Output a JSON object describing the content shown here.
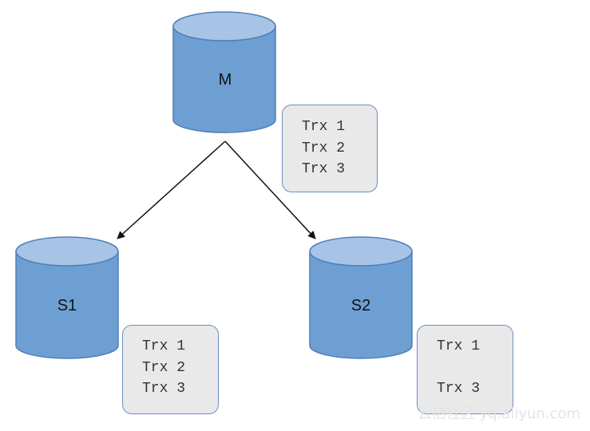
{
  "nodes": {
    "master": {
      "label": "M"
    },
    "slave1": {
      "label": "S1"
    },
    "slave2": {
      "label": "S2"
    }
  },
  "logs": {
    "master": [
      "Trx 1",
      "Trx 2",
      "Trx 3"
    ],
    "slave1": [
      "Trx 1",
      "Trx 2",
      "Trx 3"
    ],
    "slave2": [
      "Trx 1",
      "",
      "Trx 3"
    ]
  },
  "watermark": "云栖社区 yq.aliyun.com",
  "colors": {
    "cylinder_body": "#6e9fd3",
    "cylinder_top": "#a7c4e6",
    "cylinder_stroke": "#4f7fb8",
    "box_fill": "#e9e9e9",
    "box_border": "#6d8fc6",
    "arrow": "#111111"
  }
}
